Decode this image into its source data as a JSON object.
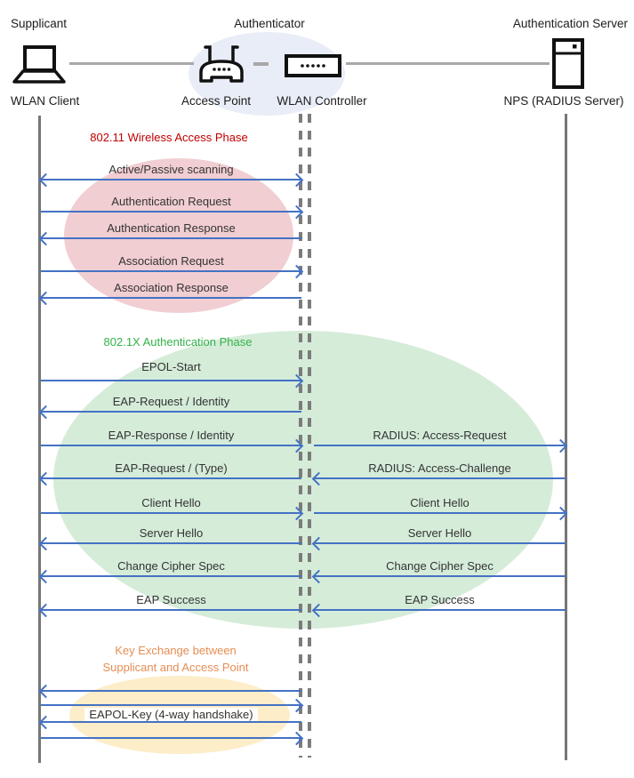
{
  "header": {
    "roles": {
      "supplicant": "Supplicant",
      "authenticator": "Authenticator",
      "auth_server": "Authentication Server"
    },
    "devices": {
      "wlan_client": "WLAN Client",
      "access_point": "Access Point",
      "wlan_controller": "WLAN Controller",
      "nps": "NPS (RADIUS Server)"
    },
    "icons": [
      "laptop-icon",
      "access-point-icon",
      "wlan-controller-icon",
      "server-icon"
    ]
  },
  "phases": {
    "p80211": {
      "title": "802.11 Wireless Access Phase",
      "color": "#c00000",
      "ellipse_color": "#f1ced2"
    },
    "p8021x": {
      "title": "802.1X Authentication Phase",
      "color": "#33b34a",
      "ellipse_color": "#d5ecd9"
    },
    "key_exchange": {
      "line1": "Key Exchange between",
      "line2": "Supplicant and Access Point",
      "color": "#e58e54",
      "ellipse_color": "#fdedc8"
    }
  },
  "messages": [
    {
      "label": "Active/Passive scanning",
      "segment": "supplicant-controller",
      "direction": "both"
    },
    {
      "label": "Authentication Request",
      "segment": "supplicant-controller",
      "direction": "right"
    },
    {
      "label": "Authentication Response",
      "segment": "supplicant-controller",
      "direction": "left"
    },
    {
      "label": "Association Request",
      "segment": "supplicant-controller",
      "direction": "right"
    },
    {
      "label": "Association Response",
      "segment": "supplicant-controller",
      "direction": "left"
    },
    {
      "label": "EPOL-Start",
      "segment": "supplicant-controller",
      "direction": "right"
    },
    {
      "label": "EAP-Request / Identity",
      "segment": "supplicant-controller",
      "direction": "left"
    },
    {
      "label": "EAP-Response / Identity",
      "segment": "supplicant-controller",
      "direction": "right"
    },
    {
      "label": "RADIUS: Access-Request",
      "segment": "controller-server",
      "direction": "right"
    },
    {
      "label": "EAP-Request / (Type)",
      "segment": "supplicant-controller",
      "direction": "left"
    },
    {
      "label": "RADIUS: Access-Challenge",
      "segment": "controller-server",
      "direction": "left"
    },
    {
      "label": "Client Hello",
      "segment": "supplicant-controller",
      "direction": "right"
    },
    {
      "label": "Client Hello",
      "segment": "controller-server",
      "direction": "right"
    },
    {
      "label": "Server Hello",
      "segment": "supplicant-controller",
      "direction": "left"
    },
    {
      "label": "Server Hello",
      "segment": "controller-server",
      "direction": "left"
    },
    {
      "label": "Change Cipher Spec",
      "segment": "supplicant-controller",
      "direction": "left"
    },
    {
      "label": "Change Cipher Spec",
      "segment": "controller-server",
      "direction": "left"
    },
    {
      "label": "EAP Success",
      "segment": "supplicant-controller",
      "direction": "left"
    },
    {
      "label": "EAP Success",
      "segment": "controller-server",
      "direction": "left"
    },
    {
      "label": "",
      "segment": "supplicant-controller",
      "direction": "left"
    },
    {
      "label": "",
      "segment": "supplicant-controller",
      "direction": "right"
    },
    {
      "label": "EAPOL-Key (4-way handshake)",
      "segment": "supplicant-controller",
      "direction": "left"
    },
    {
      "label": "",
      "segment": "supplicant-controller",
      "direction": "right"
    }
  ],
  "colors": {
    "arrow": "#4472c4",
    "lifeline": "#767676",
    "authenticator_ellipse": "#e9edf7"
  }
}
